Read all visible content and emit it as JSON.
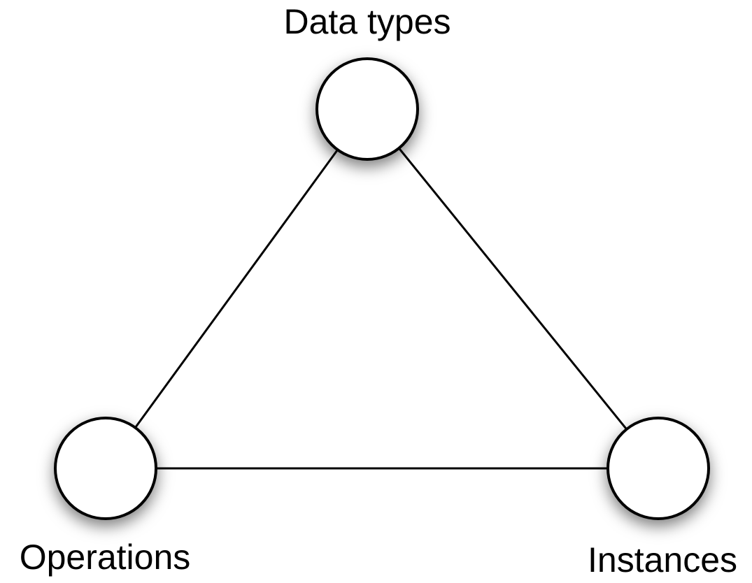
{
  "diagram": {
    "type": "triangle-graph",
    "background_color": "#ffffff",
    "node_fill_color": "#ffffff",
    "node_stroke_color": "#000000",
    "edge_color": "#000000",
    "text_color": "#000000",
    "nodes": [
      {
        "id": "data-types",
        "label": "Data types",
        "position": "top"
      },
      {
        "id": "operations",
        "label": "Operations",
        "position": "bottom-left"
      },
      {
        "id": "instances",
        "label": "Instances",
        "position": "bottom-right"
      }
    ],
    "edges": [
      {
        "from": "data-types",
        "to": "operations"
      },
      {
        "from": "data-types",
        "to": "instances"
      },
      {
        "from": "operations",
        "to": "instances"
      }
    ]
  }
}
